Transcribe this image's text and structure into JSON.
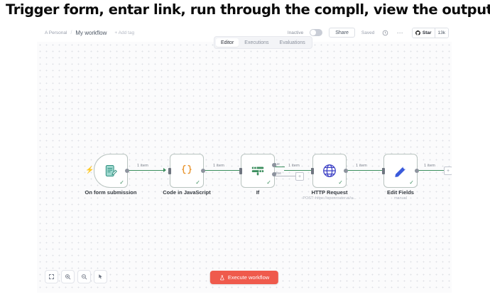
{
  "headline": "Trigger form, entar link, run through the compll, view the output results.",
  "topbar": {
    "breadcrumb_home": "A Personal",
    "breadcrumb_sep": "/",
    "workflow_name": "My workflow",
    "add_tag": "+ Add tag",
    "inactive_label": "Inactive",
    "share_label": "Share",
    "saved_label": "Saved",
    "history_icon": "clock-icon",
    "more_icon": "ellipsis-icon",
    "github_icon": "github-icon",
    "star_label": "Star",
    "star_count": "13k"
  },
  "tabs": [
    {
      "label": "Editor",
      "active": true
    },
    {
      "label": "Executions",
      "active": false
    },
    {
      "label": "Evaluations",
      "active": false
    }
  ],
  "canvas": {
    "nodes": [
      {
        "id": "form",
        "label": "On form submission",
        "sub": "",
        "icon": "form-icon",
        "status": "success"
      },
      {
        "id": "code",
        "label": "Code in JavaScript",
        "sub": "",
        "icon": "braces-icon",
        "status": "success"
      },
      {
        "id": "if",
        "label": "If",
        "sub": "",
        "icon": "filter-icon",
        "status": "success"
      },
      {
        "id": "http",
        "label": "HTTP Request",
        "sub": "POST: https://openrouter.ai/a...",
        "icon": "globe-icon",
        "status": "success"
      },
      {
        "id": "edit",
        "label": "Edit Fields",
        "sub": "manual",
        "icon": "pencil-icon",
        "status": "success"
      }
    ],
    "connections": [
      {
        "from": "form",
        "to": "code",
        "label": "1 item"
      },
      {
        "from": "code",
        "to": "if",
        "label": "1 item"
      },
      {
        "from": "if",
        "to": "http",
        "label": "1 item",
        "branch": "true"
      },
      {
        "from": "if",
        "to": "plus",
        "label": "",
        "branch": "false"
      },
      {
        "from": "http",
        "to": "edit",
        "label": "1 item"
      },
      {
        "from": "edit",
        "to": "plus-end",
        "label": "1 item"
      }
    ],
    "branch_labels": {
      "true": "true",
      "false": "false"
    },
    "add_node_glyph": "+",
    "check_glyph": "✓"
  },
  "bottom_toolbar": {
    "buttons": [
      {
        "name": "fit-view-button",
        "icon": "fit-screen-icon"
      },
      {
        "name": "zoom-in-button",
        "icon": "zoom-in-icon"
      },
      {
        "name": "zoom-out-button",
        "icon": "zoom-out-icon"
      },
      {
        "name": "tidy-up-button",
        "icon": "cursor-icon"
      }
    ],
    "execute_label": "Execute workflow",
    "execute_icon": "flask-icon"
  },
  "colors": {
    "accent_red": "#ef5a4c",
    "wire_green": "#3d8f5f",
    "node_border": "#b9c4c0",
    "canvas_bg": "#fbfbfc"
  }
}
